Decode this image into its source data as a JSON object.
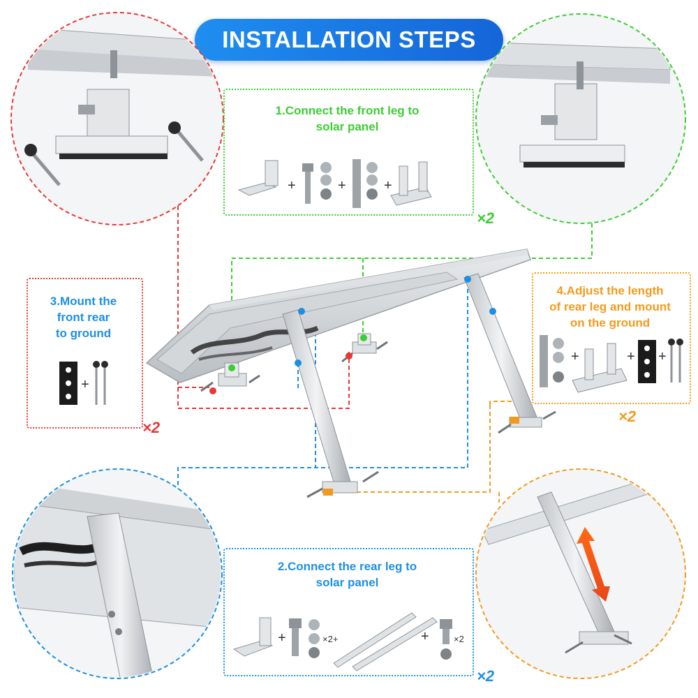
{
  "title": "INSTALLATION STEPS",
  "steps": [
    {
      "number": 1,
      "text_line1": "1.Connect the front leg to",
      "text_line2": "solar panel",
      "multiplier": "×2",
      "color": "#3ccd34"
    },
    {
      "number": 2,
      "text_line1": "2.Connect the rear leg to",
      "text_line2": "solar panel",
      "multiplier": "×2",
      "color": "#1e8fe0"
    },
    {
      "number": 3,
      "text_line1": "3.Mount the",
      "text_line2": "front rear",
      "text_line3": "to ground",
      "multiplier": "×2",
      "color": "#e53935"
    },
    {
      "number": 4,
      "text_line1": "4.Adjust the length",
      "text_line2": "of rear leg and mount",
      "text_line3": "on the ground",
      "multiplier": "×2",
      "color": "#f29a1d"
    }
  ],
  "parts_labels": {
    "plus": "+",
    "x2": "×2",
    "x2_plus": "×2+"
  },
  "colors": {
    "title_bg": "#1f8ef0",
    "green": "#3ccd34",
    "blue": "#1e8fe0",
    "red": "#e53935",
    "orange": "#f29a1d",
    "metal": "#c8ccd0"
  }
}
